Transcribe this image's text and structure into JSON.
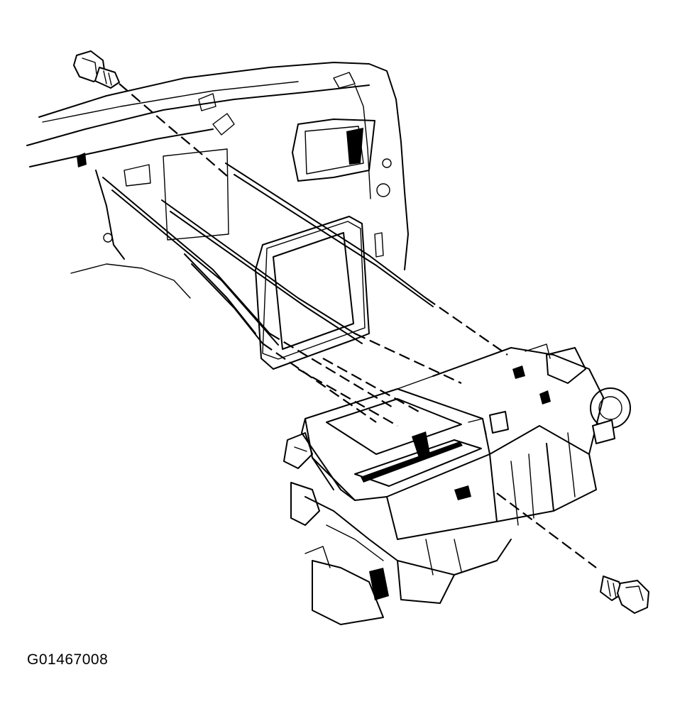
{
  "figure": {
    "code": "G01467008"
  },
  "colors": {
    "ink": "#000000",
    "background": "#ffffff"
  },
  "components": [
    {
      "name": "upper-mounting-bolt",
      "icon": "bolt-icon"
    },
    {
      "name": "firewall-dash-panel",
      "icon": "panel-icon"
    },
    {
      "name": "gasket-seal",
      "icon": "gasket-icon"
    },
    {
      "name": "heater-ac-module-housing",
      "icon": "module-icon"
    },
    {
      "name": "lower-mounting-bolt",
      "icon": "bolt-icon"
    }
  ]
}
